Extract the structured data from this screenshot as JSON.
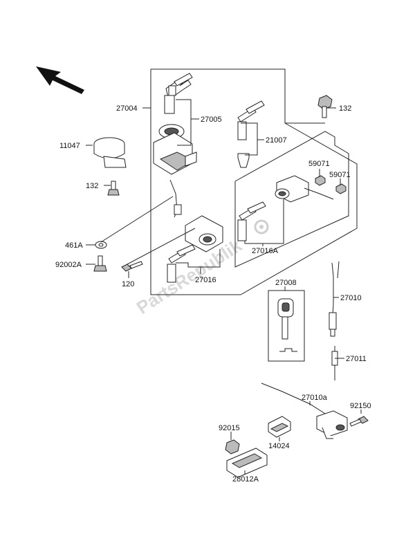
{
  "watermark": "PartsRepublik",
  "labels": {
    "p27004": "27004",
    "p27005": "27005",
    "p21007": "21007",
    "p132a": "132",
    "p11047": "11047",
    "p132b": "132",
    "p59071a": "59071",
    "p59071b": "59071",
    "p461A": "461A",
    "p92002A": "92002A",
    "p120": "120",
    "p27016": "27016",
    "p27016A": "27016A",
    "p27008": "27008",
    "p27010": "27010",
    "p27011": "27011",
    "p27010a": "27010a",
    "p92150": "92150",
    "p92015": "92015",
    "p14024": "14024",
    "p28012A": "28012A"
  }
}
